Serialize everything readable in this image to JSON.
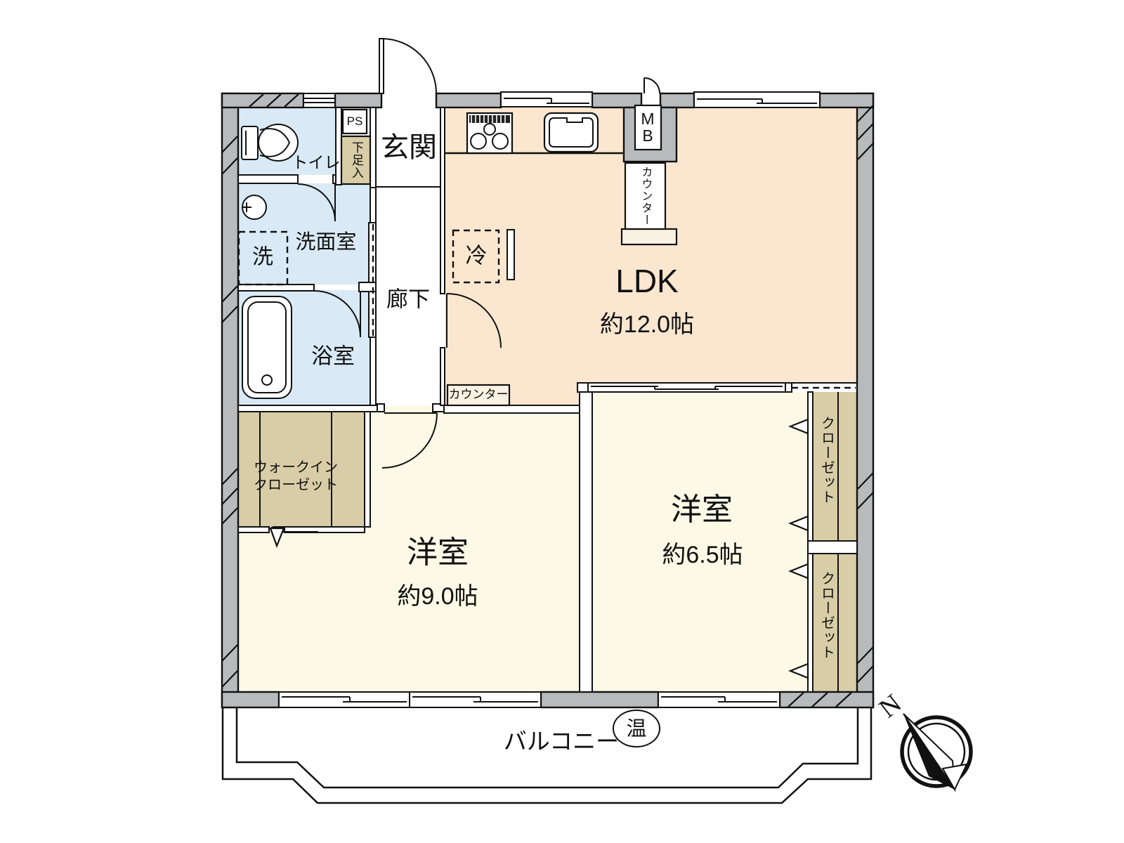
{
  "title": "マンション間取り図 2LDK",
  "colors": {
    "wall_gray": "#b9babc",
    "ldk_floor": "#fbe7cf",
    "bedroom_floor": "#fcfae6",
    "wet_area_floor": "#d9eaf6",
    "closet_floor": "#d8cda6",
    "counter_fill": "#faf1e2"
  },
  "rooms": {
    "ldk": {
      "name": "LDK",
      "size": "約12.0帖"
    },
    "bedroom_9": {
      "name": "洋室",
      "size": "約9.0帖"
    },
    "bedroom_6_5": {
      "name": "洋室",
      "size": "約6.5帖"
    },
    "entrance": {
      "name": "玄関"
    },
    "corridor": {
      "name": "廊下"
    },
    "toilet": {
      "name": "トイレ"
    },
    "washroom": {
      "name": "洗面室"
    },
    "bathroom": {
      "name": "浴室"
    },
    "walk_in_closet": {
      "line1": "ウォークイン",
      "line2": "クローゼット"
    },
    "closet_upper": {
      "name": "クローゼット"
    },
    "closet_lower": {
      "name": "クローゼット"
    },
    "balcony": {
      "name": "バルコニー"
    }
  },
  "fixtures": {
    "pipe_space": "PS",
    "shoe_cabinet": "下足入",
    "washer": "洗",
    "fridge": "冷",
    "meter_box": "M\nB",
    "kitchen_counter": "カウンター",
    "ldk_counter": "カウンター",
    "water_heater": "温"
  },
  "compass": {
    "north": "N"
  }
}
